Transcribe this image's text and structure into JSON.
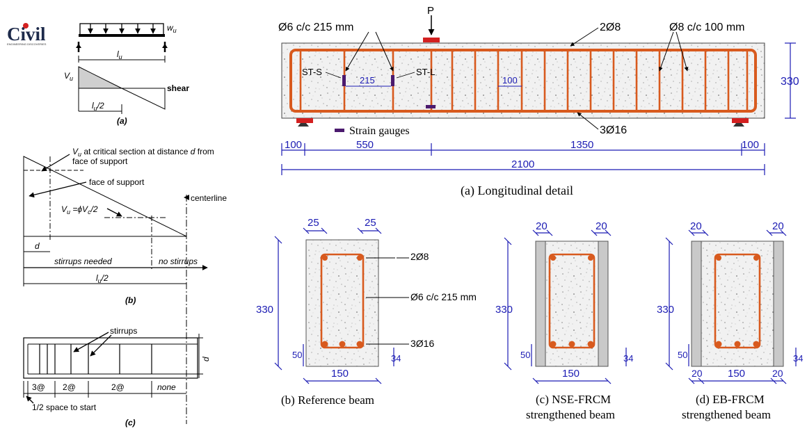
{
  "logo": {
    "text": "Civil",
    "subtext": "ENGINEERING DISCOVERIES"
  },
  "left": {
    "fig_a": {
      "load_label": "w",
      "load_sub": "u",
      "span_label": "l",
      "span_sub": "u",
      "shear_label": "V",
      "shear_sub": "u",
      "shear_word": "shear",
      "half_span_label": "l",
      "half_span_sub": "u",
      "half_span_rest": "/2",
      "caption": "(a)"
    },
    "fig_b": {
      "annot_1": "V",
      "annot_1_sub": "u",
      "annot_1_rest_line1": " at critical section at distance ",
      "annot_1_d": "d",
      "annot_1_rest_line1b": " from",
      "annot_1_line2": "face of support",
      "annot_2": "face of support",
      "annot_centerline": "centerline",
      "formula_v": "V",
      "formula_v_sub": "u",
      "formula_eq": " =ϕV",
      "formula_c_sub": "c",
      "formula_tail": "/2",
      "d_label": "d",
      "stirrups_needed": "stirrups needed",
      "no_stirrups": "no stirrups",
      "half_span": "l",
      "half_span_sub": "u",
      "half_span_rest": "/2",
      "caption": "(b)"
    },
    "fig_c": {
      "stirrups_label": "stirrups",
      "d_label": "d",
      "seg_1": "3@",
      "seg_2": "2@",
      "seg_3": "2@",
      "seg_4": "none",
      "start_note": "1/2 space to start",
      "caption": "(c)"
    }
  },
  "right": {
    "longitudinal": {
      "load": "P",
      "stirrup_left": "Ø6 c/c 215 mm",
      "top_bars": "2Ø8",
      "stirrup_right": "Ø8 c/c 100 mm",
      "gauge_s": "ST-S",
      "gauge_l": "ST-L",
      "spacing_215": "215",
      "spacing_100": "100",
      "height": "330",
      "bottom_bars": "3Ø16",
      "strain_gauges": "Strain gauges",
      "dim_100a": "100",
      "dim_550": "550",
      "dim_1350": "1350",
      "dim_100b": "100",
      "dim_total": "2100",
      "caption": "(a)  Longitudinal detail"
    },
    "section_b": {
      "cover_l": "25",
      "cover_r": "25",
      "top_bars": "2Ø8",
      "stirrup": "Ø6 c/c 215 mm",
      "bottom_bars": "3Ø16",
      "height": "330",
      "dim_50": "50",
      "dim_34": "34",
      "width": "150",
      "caption": "(b) Reference beam"
    },
    "section_c": {
      "t_l": "20",
      "t_r": "20",
      "height": "330",
      "dim_50": "50",
      "dim_34": "34",
      "width": "150",
      "caption_1": "(c) NSE-FRCM",
      "caption_2": "strengthened beam"
    },
    "section_d": {
      "t_l": "20",
      "t_r": "20",
      "height": "330",
      "dim_50": "50",
      "dim_34": "34",
      "w_l": "20",
      "width": "150",
      "w_r": "20",
      "caption_1": "(d) EB-FRCM",
      "caption_2": "strengthened beam"
    }
  },
  "colors": {
    "rebar": "#d85a1e",
    "dimension": "#1b1bb3",
    "gauge": "#4b1a6e",
    "support": "#d32020",
    "concrete": "#eeeeee",
    "frcm": "#c9c9c9"
  }
}
